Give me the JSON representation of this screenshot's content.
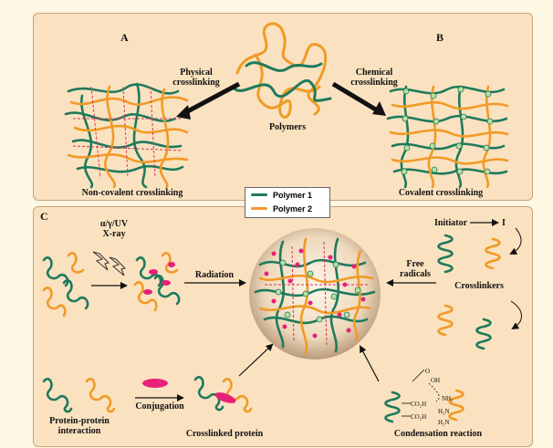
{
  "colors": {
    "polymer1": "#1f7a5c",
    "polymer2": "#f19a26",
    "crosslink_dash": "#d9345b",
    "node": "#b8e0a0",
    "particle": "#e8207a",
    "panel_bg": "#fae2c0",
    "page_bg": "#fdf7e3"
  },
  "panel_a": {
    "letter": "A",
    "arrow_label": "Physical\ncrosslinking",
    "caption": "Non-covalent crosslinking"
  },
  "panel_b": {
    "letter": "B",
    "arrow_label": "Chemical\ncrosslinking",
    "caption": "Covalent crosslinking"
  },
  "center_top": {
    "label": "Polymers"
  },
  "legend": {
    "items": [
      {
        "label": "Polymer 1"
      },
      {
        "label": "Polymer 2"
      }
    ]
  },
  "panel_c": {
    "letter": "C",
    "radiation_source": "α/γ/UV\nX-ray",
    "radiation_label": "Radiation",
    "initiator": "Initiator",
    "initiator_symbol": "I",
    "free_radicals": "Free\nradicals",
    "crosslinkers": "Crosslinkers",
    "protein_interaction": "Protein-protein\ninteraction",
    "conjugation": "Conjugation",
    "crosslinked_protein": "Crosslinked protein",
    "condensation": "Condensation reaction",
    "chem": {
      "oh": "OH",
      "o": "O",
      "co2h_1": "CO₂H",
      "co2h_2": "CO₂H",
      "nh2_1": "NH₂",
      "nh2_2": "H₂N",
      "nh2_3": "H₂N"
    }
  }
}
